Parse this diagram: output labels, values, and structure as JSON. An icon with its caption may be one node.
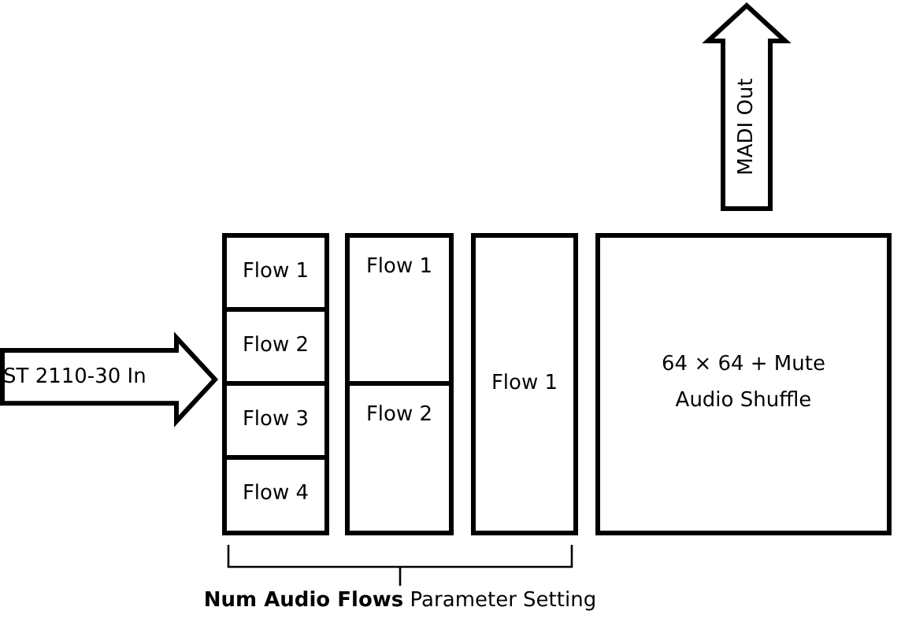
{
  "diagram": {
    "nodes": [
      {
        "text": [
          "MADI Out"
        ]
      },
      {
        "text": [
          "ST 2110-30 In"
        ]
      },
      {
        "text": [
          "Flow 1"
        ]
      },
      {
        "text": [
          "Flow 2"
        ]
      },
      {
        "text": [
          "Flow 3"
        ]
      },
      {
        "text": [
          "Flow 4"
        ]
      },
      {
        "text": [
          "Flow 1"
        ]
      },
      {
        "text": [
          "Flow 2"
        ]
      },
      {
        "text": [
          "Flow 1"
        ]
      },
      {
        "text": [
          "64 × 64 + Mute Audio Shuffle"
        ]
      }
    ],
    "labels": [
      "**Num Audio Flows** Parameter Setting"
    ]
  }
}
